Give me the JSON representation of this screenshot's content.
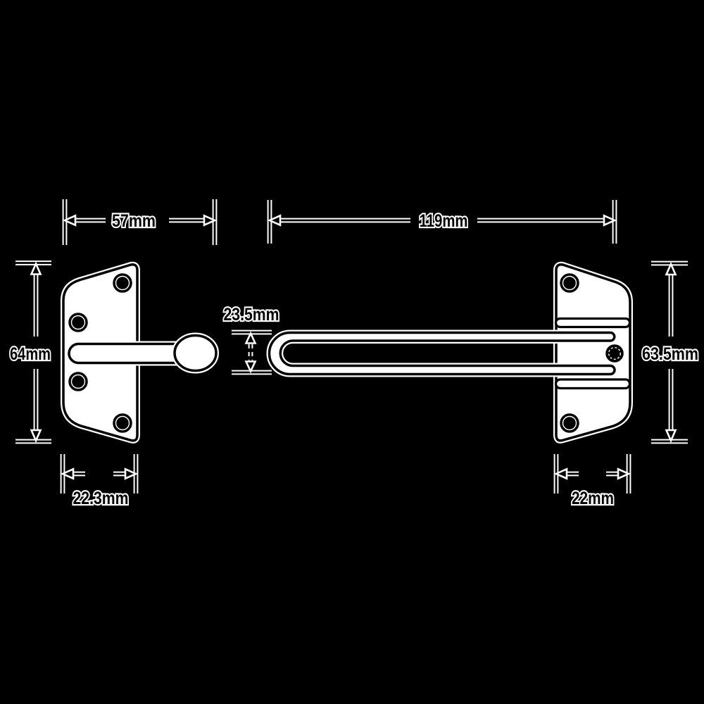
{
  "drawing": {
    "type": "technical-line-diagram",
    "subject": "door chain security guard: left plate with stud pin, right plate with U-shaped chain bar",
    "background_color": "#000000",
    "line_color": "#000000",
    "fill_color": "#ffffff",
    "labels": {
      "left_assembly_width": "57mm",
      "chain_bar_length": "119mm",
      "left_plate_height": "64mm",
      "chain_bar_width": "23.5mm",
      "right_plate_height": "63.5mm",
      "left_plate_depth": "22.3mm",
      "right_plate_depth": "22mm"
    }
  }
}
